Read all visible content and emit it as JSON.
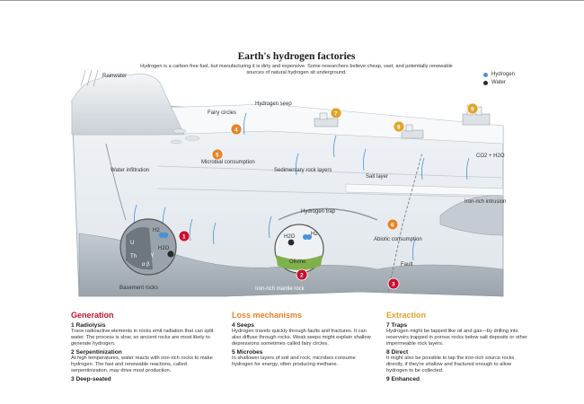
{
  "header": {
    "title": "Earth's hydrogen factories",
    "subtitle": "Hydrogen is a carbon-free fuel, but manufacturing it is dirty and expensive. Some researchers believe cheap, vast, and potentially renewable sources of natural hydrogen sit underground."
  },
  "legend": [
    {
      "label": "Hydrogen",
      "color": "#4a90d9"
    },
    {
      "label": "Water",
      "color": "#2b2b2b"
    }
  ],
  "colors": {
    "generation": "#c8102e",
    "loss": "#e8832a",
    "extraction": "#e0a42a",
    "sky": "#ffffff",
    "rock_layer": "#e9eef2",
    "rock_dark": "#c4cbd2",
    "mantle": "#aeb6bd"
  },
  "labels": {
    "rainwater": "Rainwater",
    "fairy_circles": "Fairy circles",
    "hydrogen_seep": "Hydrogen seep",
    "microbial_consumption": "Microbial consumption",
    "sedimentary": "Sedimentary rock layers",
    "salt_layer": "Salt layer",
    "water_infiltration": "Water infiltration",
    "hydrogen_trap": "Hydrogen trap",
    "iron_rich_intrusion": "Iron-rich intrusion",
    "abiotic_consumption": "Abiotic consumption",
    "fault": "Fault",
    "basement_rocks": "Basement rocks",
    "iron_rich_mantle_rock": "Iron-rich mantle rock",
    "olivine": "Olivine",
    "co2_h2o": "CO2 + H2O",
    "u": "U",
    "th": "Th",
    "alpha_beta": "α   β",
    "gamma": "γ",
    "h2": "H2",
    "h2o": "H2O"
  },
  "badges": [
    "1",
    "2",
    "3",
    "4",
    "5",
    "6",
    "7",
    "8",
    "9"
  ],
  "sections": {
    "generation": {
      "heading": "Generation",
      "items": [
        {
          "title": "1 Radiolysis",
          "text": "Trace radioactive elements in rocks emit radiation that can split water. The process is slow, so ancient rocks are most likely to generate hydrogen."
        },
        {
          "title": "2 Serpentinization",
          "text": "At high temperatures, water reacts with iron-rich rocks to make hydrogen. The fast and renewable reactions, called serpentinization, may drive most production."
        },
        {
          "title": "3 Deep-seated",
          "text": ""
        }
      ]
    },
    "loss": {
      "heading": "Loss mechanisms",
      "items": [
        {
          "title": "4 Seeps",
          "text": "Hydrogen travels quickly through faults and fractures. It can also diffuse through rocks. Weak seeps might explain shallow depressions sometimes called fairy circles."
        },
        {
          "title": "5 Microbes",
          "text": "In shallower layers of soil and rock, microbes consume hydrogen for energy, often producing methane."
        }
      ]
    },
    "extraction": {
      "heading": "Extraction",
      "items": [
        {
          "title": "7 Traps",
          "text": "Hydrogen might be tapped like oil and gas—by drilling into reservoirs trapped in porous rocks below salt deposits or other impermeable rock layers."
        },
        {
          "title": "8 Direct",
          "text": "It might also be possible to tap the iron-rich source rocks directly, if they're shallow and fractured enough to allow hydrogen to be collected."
        },
        {
          "title": "9 Enhanced",
          "text": ""
        }
      ]
    }
  }
}
